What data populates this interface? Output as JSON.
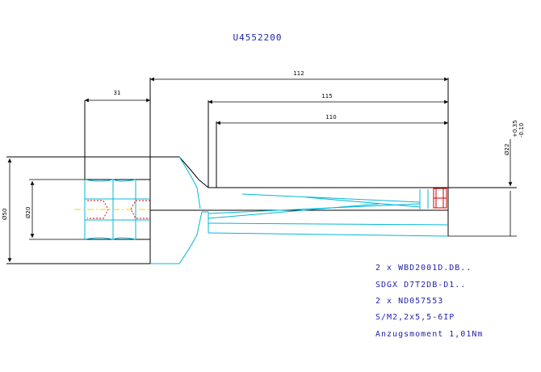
{
  "drawing": {
    "part_number": "U4552200",
    "dimensions": {
      "len_31": "31",
      "len_112": "112",
      "len_115": "115",
      "len_110": "110",
      "dia_50": "Ø50",
      "dia_20": "Ø20",
      "dia_22": "Ø22",
      "tol_upper": "+0.35",
      "tol_lower": "-0.10"
    },
    "notes": [
      "2 x WBD2001D.DB..",
      "SDGX D7T2DB-D1..",
      "2 x ND057553",
      "S/M2,2x5,5-6IP",
      "Anzugsmoment 1,01Nm"
    ]
  },
  "colors": {
    "outline": "#000000",
    "cyan": "#00b8d8",
    "red": "#cc0000",
    "yellow": "#e8d800",
    "note_blue": "#2222aa"
  }
}
